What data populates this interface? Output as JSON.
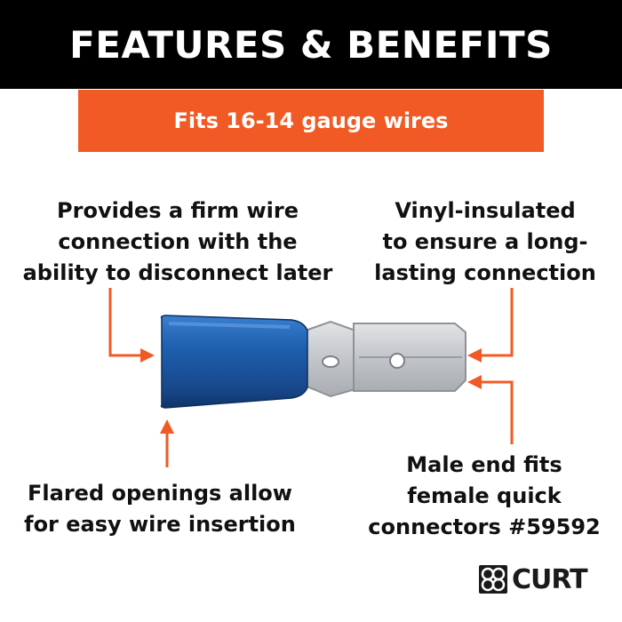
{
  "header": {
    "title": "FEATURES & BENEFITS"
  },
  "banner": {
    "text": "Fits 16-14 gauge wires"
  },
  "callouts": {
    "top_left": [
      "Provides a firm wire",
      "connection with the",
      "ability to disconnect later"
    ],
    "top_right": [
      "Vinyl-insulated",
      "to ensure a long-",
      "lasting connection"
    ],
    "bottom_left": [
      "Flared openings allow",
      "for easy wire insertion"
    ],
    "bottom_right": [
      "Male end fits",
      "female quick",
      "connectors #59592"
    ]
  },
  "logo": {
    "text": "CURT",
    "icon": "curt-emblem-icon"
  },
  "colors": {
    "header_bg": "#000000",
    "accent_orange": "#f15a24",
    "insulation_blue": "#1f5fae",
    "metal": "#c9ccd0"
  }
}
